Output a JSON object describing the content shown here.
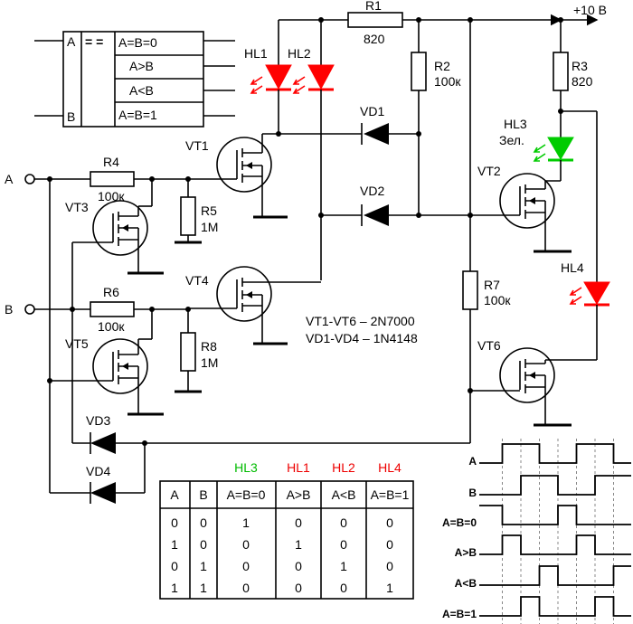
{
  "supply": "+10 В",
  "inputs": {
    "a": "A",
    "b": "B"
  },
  "block": {
    "a": "A",
    "b": "B",
    "sign": "= =",
    "out1": "A=B=0",
    "out2": "A>B",
    "out3": "A<B",
    "out4": "A=B=1"
  },
  "components": {
    "r1": {
      "name": "R1",
      "value": "820"
    },
    "r2": {
      "name": "R2",
      "value": "100к"
    },
    "r3": {
      "name": "R3",
      "value": "820"
    },
    "r4": {
      "name": "R4",
      "value": "100к"
    },
    "r5": {
      "name": "R5",
      "value": "1M"
    },
    "r6": {
      "name": "R6",
      "value": "100к"
    },
    "r7": {
      "name": "R7",
      "value": "100к"
    },
    "r8": {
      "name": "R8",
      "value": "1M"
    },
    "hl1": "HL1",
    "hl2": "HL2",
    "hl3": "HL3",
    "hl3_note": "Зел.",
    "hl4": "HL4",
    "vd1": "VD1",
    "vd2": "VD2",
    "vd3": "VD3",
    "vd4": "VD4",
    "vt1": "VT1",
    "vt2": "VT2",
    "vt3": "VT3",
    "vt4": "VT4",
    "vt5": "VT5",
    "vt6": "VT6"
  },
  "notes": {
    "transistors": "VT1-VT6 – 2N7000",
    "diodes": "VD1-VD4 – 1N4148"
  },
  "colors": {
    "red_led": "#ff0000",
    "green_led": "#00cc00",
    "wire": "#000000"
  },
  "truth_table": {
    "led_labels": [
      {
        "text": "HL3",
        "color": "#00bb00"
      },
      {
        "text": "HL1",
        "color": "#ee0000"
      },
      {
        "text": "HL2",
        "color": "#ee0000"
      },
      {
        "text": "HL4",
        "color": "#ee0000"
      }
    ],
    "headers": [
      "A",
      "B",
      "A=B=0",
      "A>B",
      "A<B",
      "A=B=1"
    ],
    "rows": [
      [
        "0",
        "0",
        "1",
        "0",
        "0",
        "0"
      ],
      [
        "1",
        "0",
        "0",
        "1",
        "0",
        "0"
      ],
      [
        "0",
        "1",
        "0",
        "0",
        "1",
        "0"
      ],
      [
        "1",
        "1",
        "0",
        "0",
        "0",
        "1"
      ]
    ]
  },
  "timing": {
    "labels": [
      "A",
      "B",
      "A=B=0",
      "A>B",
      "A<B",
      "A=B=1"
    ],
    "signals": [
      [
        0,
        1,
        1,
        0,
        0,
        1,
        1,
        0
      ],
      [
        0,
        0,
        1,
        1,
        0,
        0,
        1,
        1
      ],
      [
        1,
        0,
        0,
        0,
        1,
        0,
        0,
        0
      ],
      [
        0,
        1,
        0,
        0,
        0,
        1,
        0,
        0
      ],
      [
        0,
        0,
        0,
        1,
        0,
        0,
        0,
        1
      ],
      [
        0,
        0,
        1,
        0,
        0,
        0,
        1,
        0
      ]
    ]
  }
}
